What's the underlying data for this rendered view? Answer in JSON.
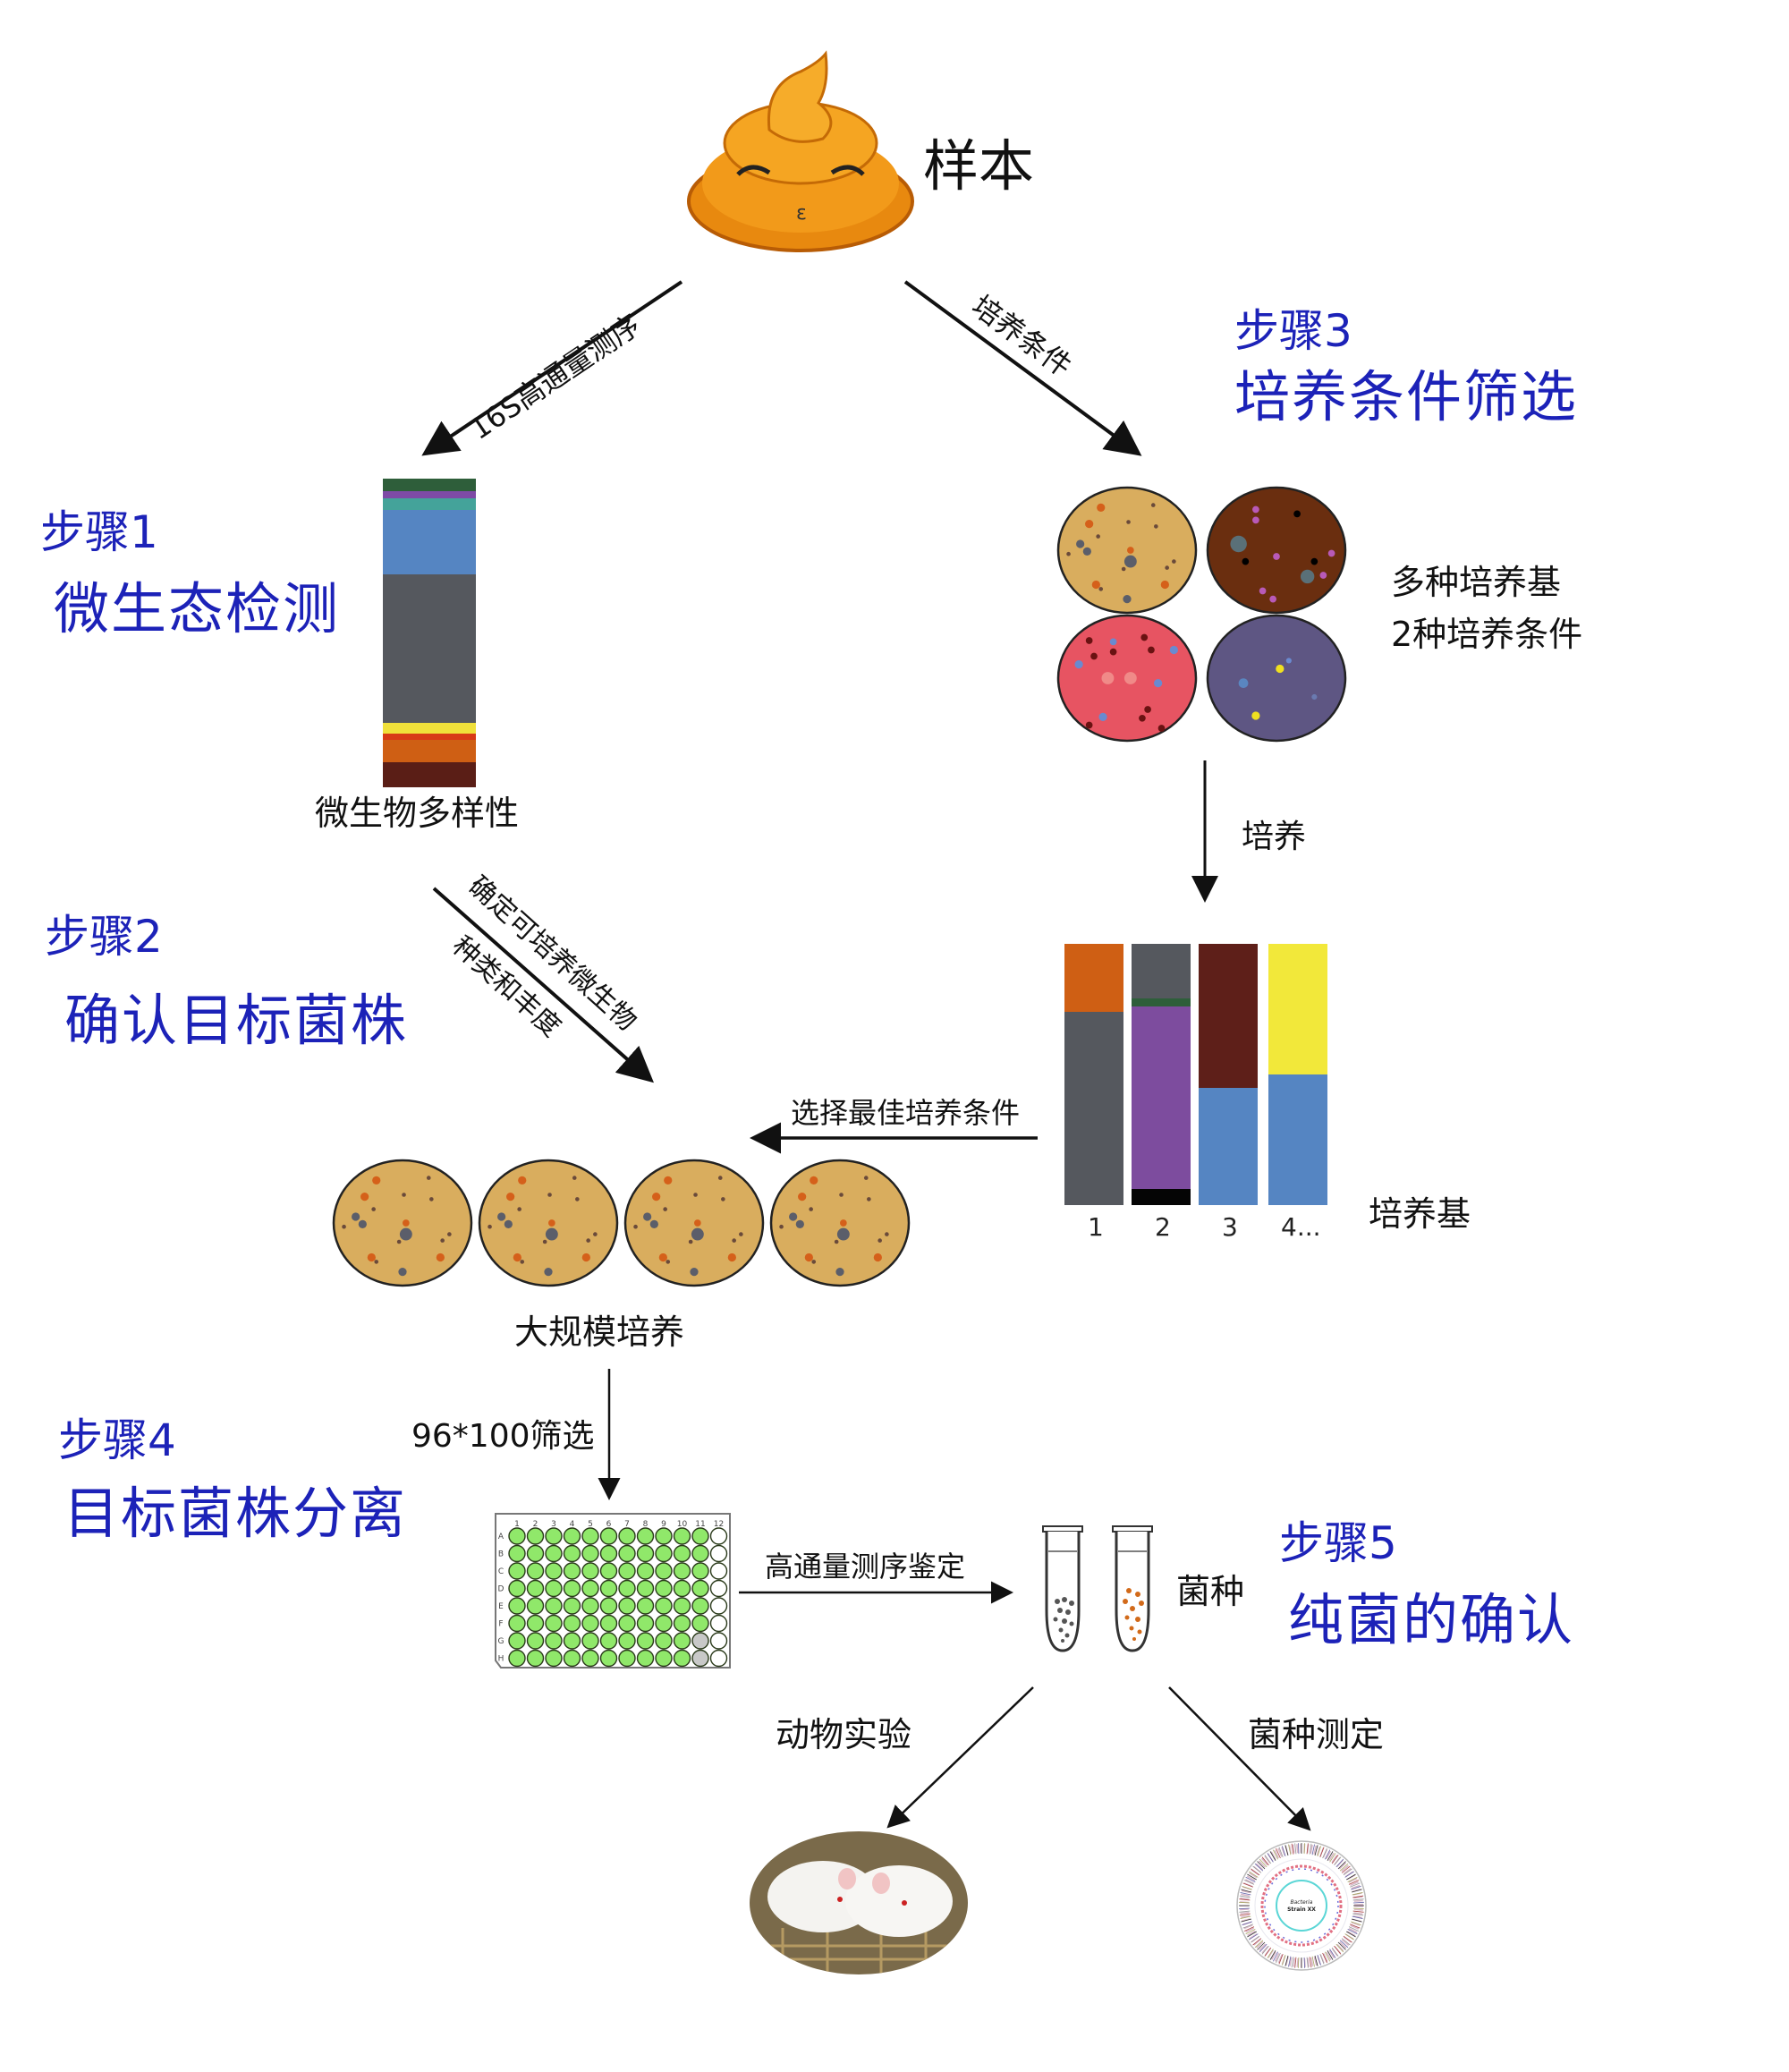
{
  "sample": {
    "label": "样本",
    "icon": "poop-emoji-icon"
  },
  "arrows": {
    "sequencing": "16S高通量测序",
    "culture_conditions": "培养条件",
    "confirm_line1": "确定可培养微生物",
    "confirm_line2": "种类和丰度",
    "culture": "培养",
    "select_best": "选择最佳培养条件",
    "screening": "96*100筛选",
    "hts_identify": "高通量测序鉴定",
    "animal_test": "动物实验",
    "strain_test": "菌种测定"
  },
  "steps": [
    {
      "label": "步骤1",
      "title": "微生态检测"
    },
    {
      "label": "步骤2",
      "title": "确认目标菌株"
    },
    {
      "label": "步骤3",
      "title": "培养条件筛选"
    },
    {
      "label": "步骤4",
      "title": "目标菌株分离"
    },
    {
      "label": "步骤5",
      "title": "纯菌的确认"
    }
  ],
  "diversity": {
    "label": "微生物多样性",
    "segments": [
      {
        "color": "#2e5e3a",
        "fraction": 0.04
      },
      {
        "color": "#7e4aa6",
        "fraction": 0.025
      },
      {
        "color": "#44a39a",
        "fraction": 0.035
      },
      {
        "color": "#5585c2",
        "fraction": 0.21
      },
      {
        "color": "#55585e",
        "fraction": 0.48
      },
      {
        "color": "#f0e03a",
        "fraction": 0.035
      },
      {
        "color": "#d83a16",
        "fraction": 0.02
      },
      {
        "color": "#cf5f14",
        "fraction": 0.075
      },
      {
        "color": "#5a1e16",
        "fraction": 0.08
      }
    ]
  },
  "plates_media": {
    "label_line1": "多种培养基",
    "label_line2": "2种培养条件",
    "plates": [
      {
        "name": "plate-tan",
        "color": "#d9ad5e"
      },
      {
        "name": "plate-brown",
        "color": "#6a2e0f"
      },
      {
        "name": "plate-red",
        "color": "#e75462"
      },
      {
        "name": "plate-purple",
        "color": "#5e5683"
      }
    ]
  },
  "media_bars": {
    "label": "培养基",
    "bars": [
      {
        "tick": "1",
        "segments": [
          {
            "color": "#cf5f14",
            "fraction": 0.26
          },
          {
            "color": "#55585e",
            "fraction": 0.74
          }
        ]
      },
      {
        "tick": "2",
        "segments": [
          {
            "color": "#55585e",
            "fraction": 0.21
          },
          {
            "color": "#2e5e3a",
            "fraction": 0.03
          },
          {
            "color": "#7d4c9e",
            "fraction": 0.7
          },
          {
            "color": "#050505",
            "fraction": 0.06
          }
        ]
      },
      {
        "tick": "3",
        "segments": [
          {
            "color": "#5e1f19",
            "fraction": 0.55
          },
          {
            "color": "#5585c2",
            "fraction": 0.45
          }
        ]
      },
      {
        "tick": "4...",
        "segments": [
          {
            "color": "#f2e83a",
            "fraction": 0.5
          },
          {
            "color": "#5585c2",
            "fraction": 0.5
          }
        ]
      }
    ]
  },
  "large_scale": {
    "label": "大规模培养",
    "plate_color": "#d9ad5e",
    "plate_count": 4
  },
  "well_plate": {
    "columns": [
      "1",
      "2",
      "3",
      "4",
      "5",
      "6",
      "7",
      "8",
      "9",
      "10",
      "11",
      "12"
    ],
    "rows": [
      "A",
      "B",
      "C",
      "D",
      "E",
      "F",
      "G",
      "H"
    ],
    "filled_color": "#90e86a",
    "empty_color": "#ffffff",
    "control_color": "#c8c8c8"
  },
  "strains": {
    "label": "菌种"
  },
  "outputs": {
    "mice_icon": "lab-mice-photo",
    "genome_center_line1": "Bacteria",
    "genome_center_line2": "Strain XX"
  }
}
